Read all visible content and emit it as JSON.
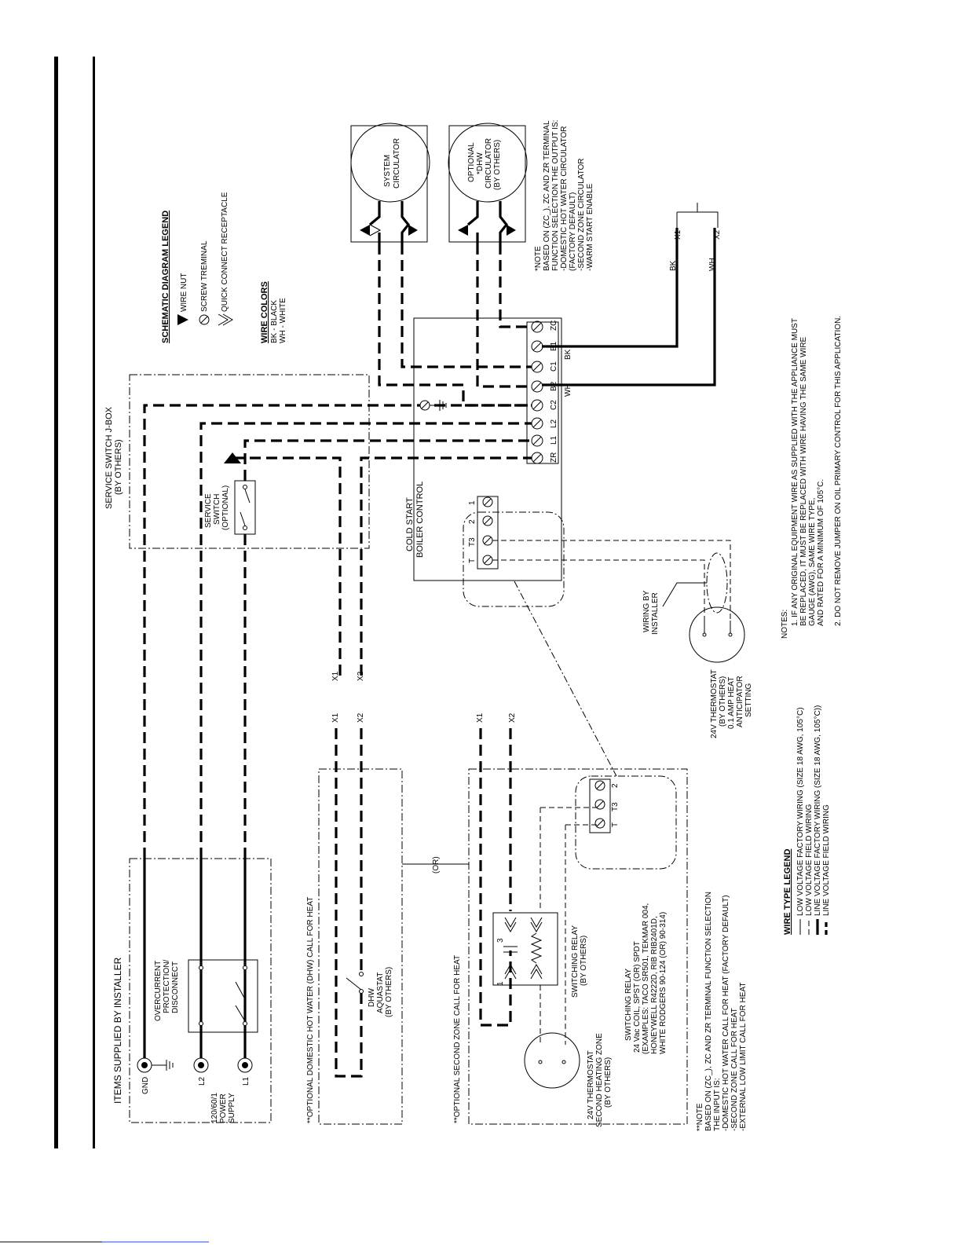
{
  "legend": {
    "title": "SCHEMATIC DIAGRAM LEGEND",
    "items": [
      "WIRE NUT",
      "SCREW TREMINAL",
      "QUICK CONNECT RECEPTACLE"
    ]
  },
  "wire_colors": {
    "title": "WIRE COLORS",
    "items": [
      "BK  -  BLACK",
      "WH  -  WHITE"
    ]
  },
  "jbox": {
    "line1": "SERVICE SWITCH J-BOX",
    "line2": "(BY OTHERS)",
    "switch_label": [
      "SERVICE",
      "SWITCH",
      "(OPTIONAL)"
    ]
  },
  "boiler": {
    "label1": "COLD START",
    "label2": "BOILER CONTROL",
    "terminals": [
      "ZR",
      "L1",
      "L2",
      "C2",
      "B2",
      "C1",
      "B1",
      "ZC"
    ],
    "tstat_terminals": [
      "T",
      "T3",
      "2",
      "1"
    ],
    "wire_labels": [
      "BK",
      "WH"
    ]
  },
  "circulators": {
    "system": [
      "SYSTEM",
      "CIRCULATOR"
    ],
    "dhw": [
      "OPTIONAL",
      "*DHW",
      "CIRCULATOR",
      "(BY OTHERS)"
    ]
  },
  "note_top": {
    "lines": [
      "*NOTE",
      "BASED ON (ZC_), ZC AND ZR TERMINAL",
      "FUNCTION SELECTION THE OUTPUT IS:",
      "-DOMESTIC HOT WATER CIRCULATOR",
      "  (FACTORY DEFAULT)",
      "-SECOND ZONE CIRCULATOR",
      "-WARM START ENABLE"
    ]
  },
  "x_terminals": {
    "x1": "X1",
    "x2": "X2",
    "bk": "BK",
    "wh": "WH"
  },
  "notes": {
    "title": "NOTES:",
    "lines": [
      "1.  IF ANY ORIGINAL EQUIPMENT WIRE AS SUPPLIED WITH THE APPLIANCE MUST",
      "     BE REPLACED, IT MUST BE REPLACED WITH WIRE HAVING THE SAME WIRE",
      "     GAUGE (AWG), SAME WIRE TYPE,",
      "     AND RATED FOR A MINIMUM OF 105°C.",
      "2.  DO NOT REMOVE JUMPER ON OIL PRIMARY CONTROL FOR THIS APPLICATION."
    ]
  },
  "thermostat": {
    "wiring_by": [
      "WIRING BY",
      "INSTALLER"
    ],
    "lines": [
      "24V THERMOSTAT",
      "(BY OTHERS)",
      "0.1 AMP HEAT",
      "ANTICIPATOR",
      "SETTING"
    ]
  },
  "wire_type_legend": {
    "title": "WIRE TYPE LEGEND",
    "items": [
      "LOW VOLTAGE FACTORY WIRING (SIZE 18 AWG, 105°C)",
      "LOW VOLTAGE FIELD WIRING",
      "LINE VOLTAGE FACTORY WIRING (SIZE 18 AWG, 105°C))",
      "LINE VOLTAGE FIELD WIRING"
    ]
  },
  "installer": {
    "title": "ITEMS SUPPLIED BY INSTALLER",
    "power": [
      "120/60/1",
      "POWER",
      "SUPPLY"
    ],
    "terminals": [
      "GND",
      "L2",
      "L1"
    ],
    "overcurrent": [
      "OVERCURRENT",
      "PROTECTION/",
      "DISCONNECT"
    ]
  },
  "dhw_zone": {
    "title": "**OPTIONAL DOMESTIC HOT WATER (DHW) CALL FOR HEAT",
    "aquastat": [
      "DHW",
      "AQUASTAT",
      "(BY OTHERS)"
    ],
    "x1": "X1",
    "x2": "X2"
  },
  "or_label": "(OR)",
  "zone2": {
    "title": "**OPTIONAL SECOND ZONE CALL FOR HEAT",
    "relay_label": [
      "SWITCHING RELAY",
      "(BY OTHERS)"
    ],
    "relay_terms": [
      "1",
      "3"
    ],
    "tstat": [
      "24V THERMOSTAT",
      "SECOND HEATING ZONE",
      "(BY OTHERS)"
    ],
    "relay_desc": [
      "SWITCHING RELAY",
      "24 Vac COIL, SPST (OR) SPDT",
      "(EXAMPLES: TACO SR501, TEKMAR 004,",
      "HONEYWELL R4222D, RIB RIB2401D,",
      "WHITE RODGERS 90-124 (OR) 90-314)"
    ],
    "tstat_terminals": [
      "T",
      "T3",
      "2"
    ],
    "x1": "X1",
    "x2": "X2"
  },
  "note_bottom": {
    "lines": [
      "**NOTE",
      "BASED ON (ZC_), ZC AND ZR TERMINAL FUNCTION SELECTION",
      "THE INPUT IS:",
      "-DOMESTIC HOT WATER CALL FOR HEAT (FACTORY DEFAULT)",
      "-SECOND ZONE CALL FOR HEAT",
      "-EXTERNAL LOW LIMIT CALL FOR HEAT"
    ]
  }
}
